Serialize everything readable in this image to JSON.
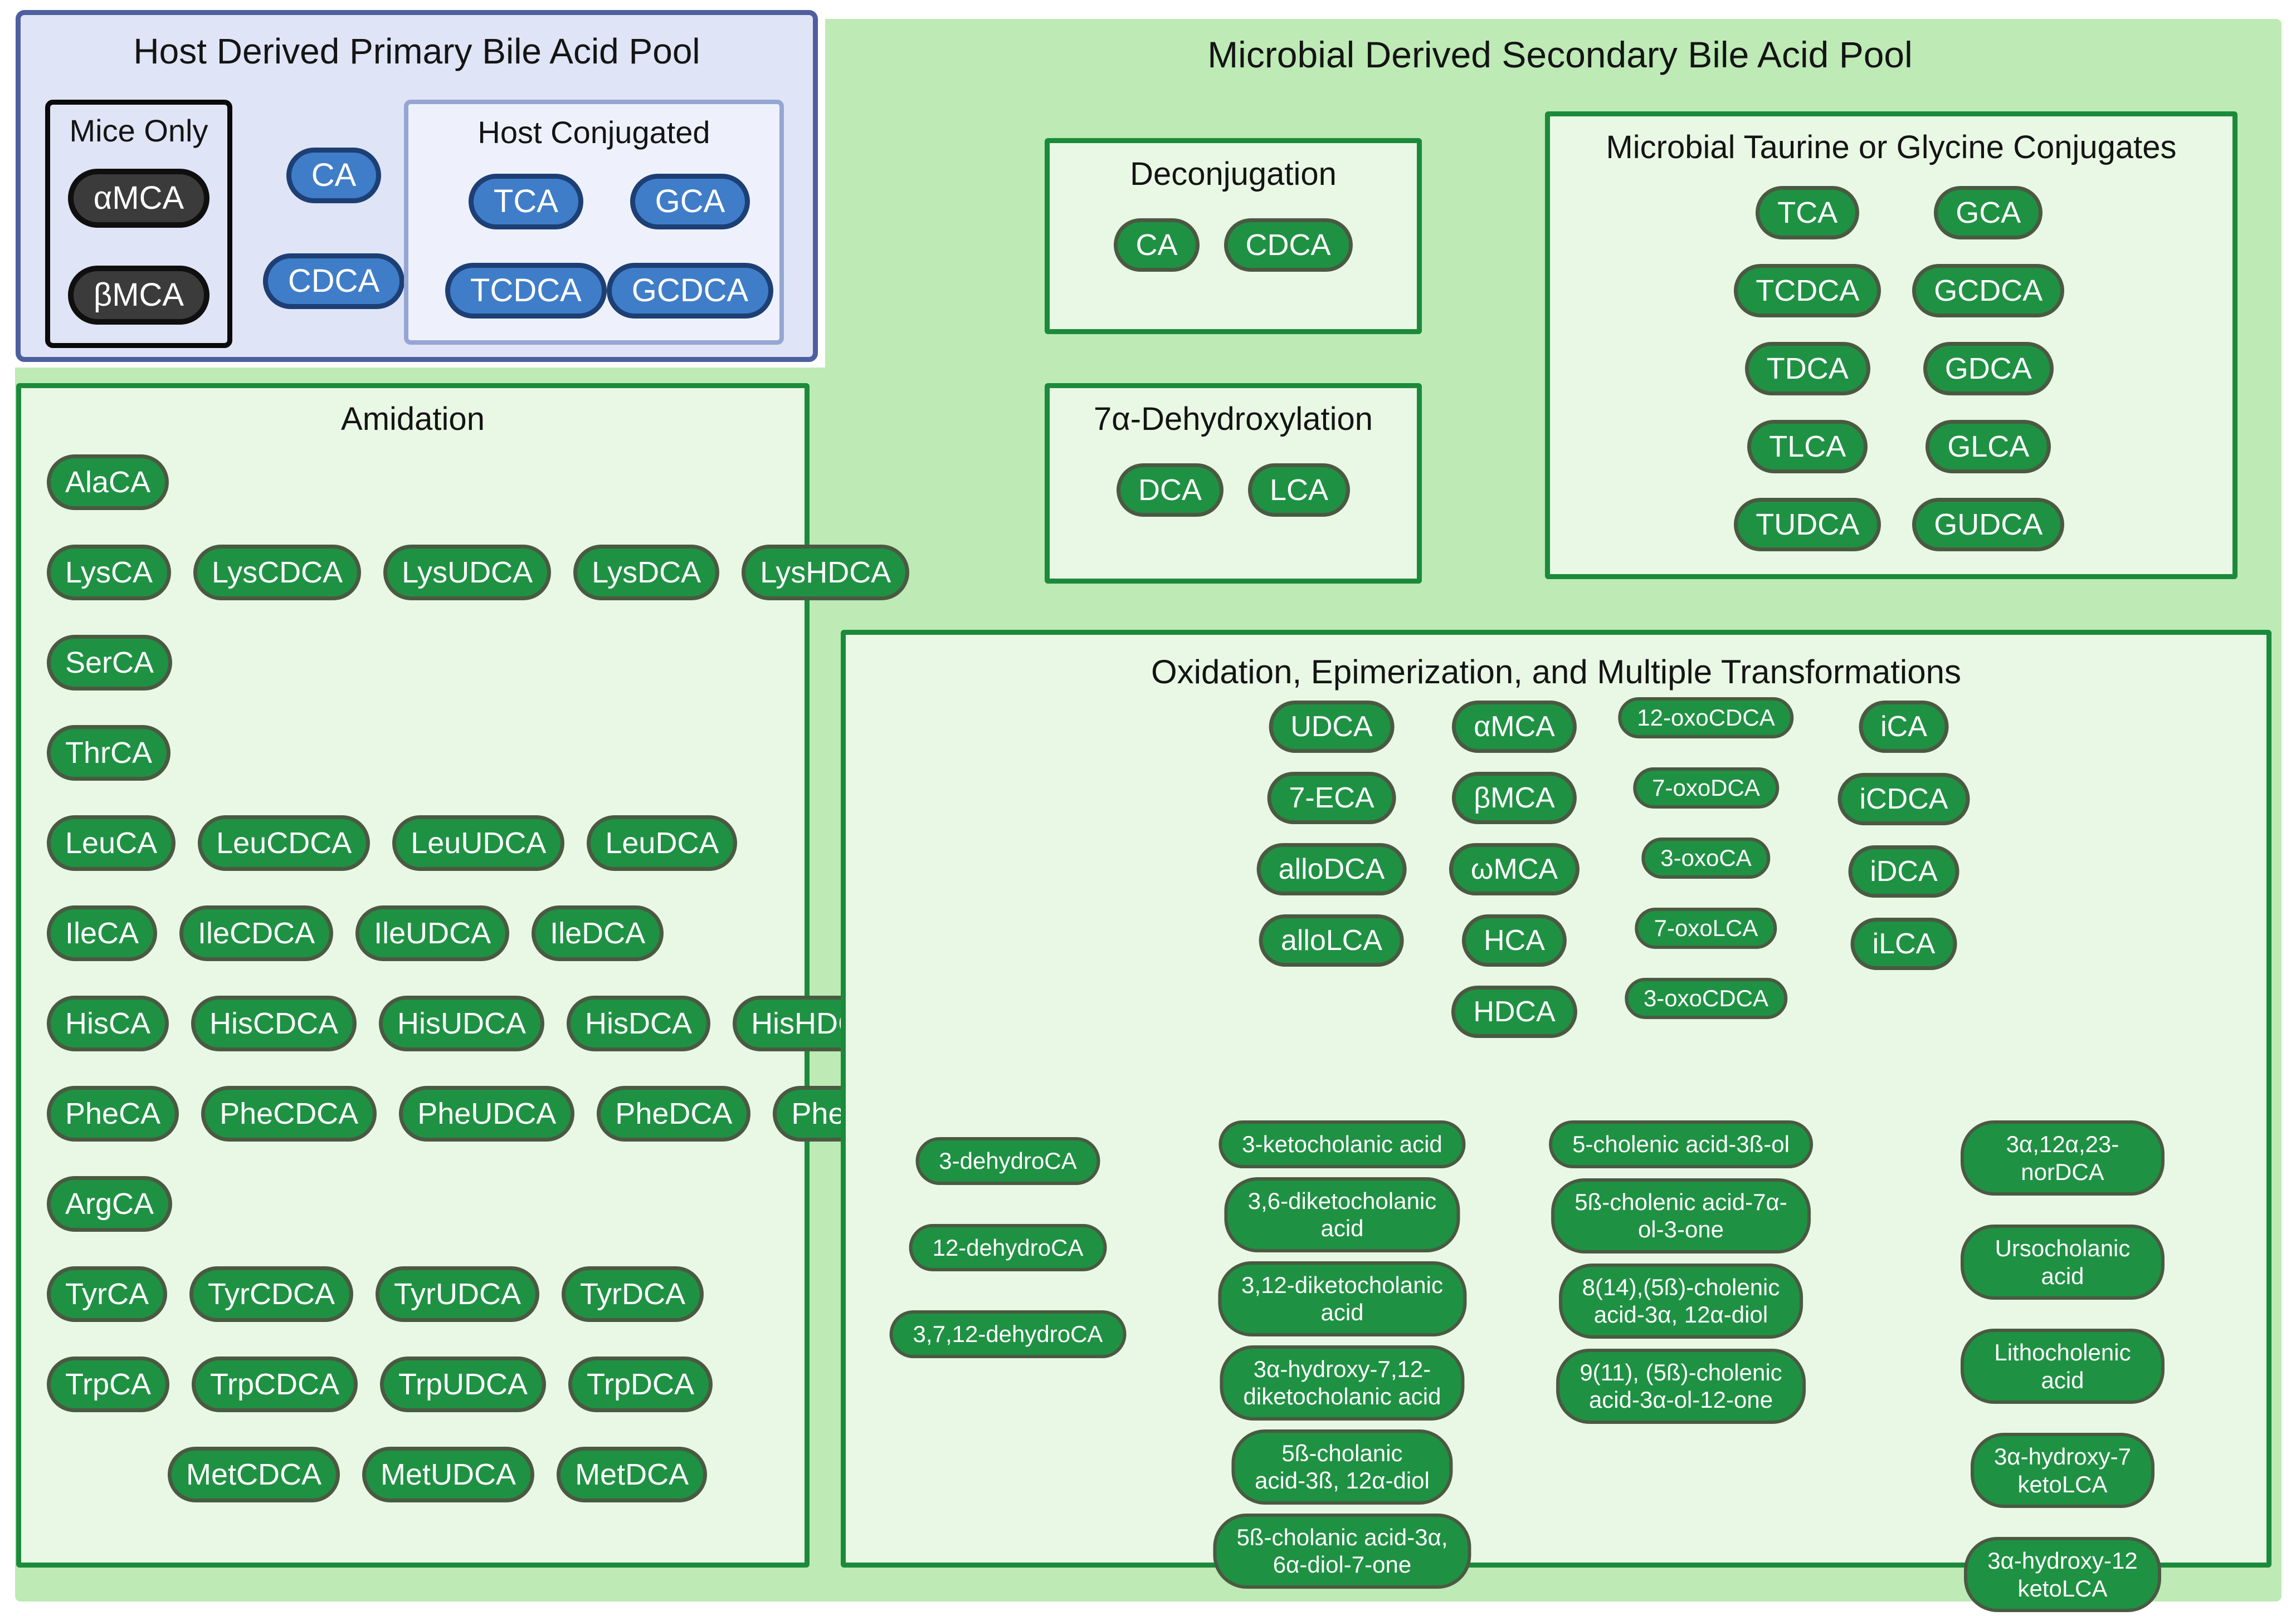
{
  "host_pool": {
    "title": "Host Derived Primary Bile Acid Pool",
    "mice_only": {
      "title": "Mice Only",
      "pills": [
        "αMCA",
        "βMCA"
      ]
    },
    "unconjugated": [
      "CA",
      "CDCA"
    ],
    "host_conjugated": {
      "title": "Host Conjugated",
      "pills": [
        "TCA",
        "GCA",
        "TCDCA",
        "GCDCA"
      ]
    }
  },
  "amidation": {
    "title": "Amidation",
    "rows": [
      [
        "AlaCA"
      ],
      [
        "LysCA",
        "LysCDCA",
        "LysUDCA",
        "LysDCA",
        "LysHDCA"
      ],
      [
        "SerCA"
      ],
      [
        "ThrCA"
      ],
      [
        "LeuCA",
        "LeuCDCA",
        "LeuUDCA",
        "LeuDCA"
      ],
      [
        "IleCA",
        "IleCDCA",
        "IleUDCA",
        "IleDCA"
      ],
      [
        "HisCA",
        "HisCDCA",
        "HisUDCA",
        "HisDCA",
        "HisHDCA"
      ],
      [
        "PheCA",
        "PheCDCA",
        "PheUDCA",
        "PheDCA",
        "PheHDCA"
      ],
      [
        "ArgCA"
      ],
      [
        "TyrCA",
        "TyrCDCA",
        "TyrUDCA",
        "TyrDCA"
      ],
      [
        "TrpCA",
        "TrpCDCA",
        "TrpUDCA",
        "TrpDCA"
      ],
      [
        "MetCDCA",
        "MetUDCA",
        "MetDCA"
      ]
    ]
  },
  "microbial_pool": {
    "title": "Microbial Derived Secondary Bile Acid Pool",
    "deconjugation": {
      "title": "Deconjugation",
      "pills": [
        "CA",
        "CDCA"
      ]
    },
    "dehydroxylation": {
      "title": "7α-Dehydroxylation",
      "pills": [
        "DCA",
        "LCA"
      ]
    },
    "conjugates": {
      "title": "Microbial Taurine or Glycine Conjugates",
      "pills": [
        "TCA",
        "GCA",
        "TCDCA",
        "GCDCA",
        "TDCA",
        "GDCA",
        "TLCA",
        "GLCA",
        "TUDCA",
        "GUDCA"
      ]
    },
    "oxidation": {
      "title": "Oxidation, Epimerization, and Multiple Transformations",
      "top_columns": [
        [
          "UDCA",
          "7-ECA",
          "alloDCA",
          "alloLCA"
        ],
        [
          "αMCA",
          "βMCA",
          "ωMCA",
          "HCA",
          "HDCA"
        ],
        [
          "12-oxoCDCA",
          "7-oxoDCA",
          "3-oxoCA",
          "7-oxoLCA",
          "3-oxoCDCA"
        ],
        [
          "iCA",
          "iCDCA",
          "iDCA",
          "iLCA"
        ]
      ],
      "bottom_columns": [
        [
          "3-dehydroCA",
          "12-dehydroCA",
          "3,7,12-dehydroCA"
        ],
        [
          "3-ketocholanic acid",
          "3,6-diketocholanic\nacid",
          "3,12-diketocholanic\nacid",
          "3α-hydroxy-7,12-\ndiketocholanic acid",
          "5ß-cholanic\nacid-3ß, 12α-diol",
          "5ß-cholanic acid-3α,\n6α-diol-7-one"
        ],
        [
          "5-cholenic acid-3ß-ol",
          "5ß-cholenic acid-7α-\nol-3-one",
          "8(14),(5ß)-cholenic\nacid-3α, 12α-diol",
          "9(11), (5ß)-cholenic\nacid-3α-ol-12-one"
        ],
        [
          "3α,12α,23-norDCA",
          "Ursocholanic acid",
          "Lithocholenic acid",
          "3α-hydroxy-7\nketoLCA",
          "3α-hydroxy-12\nketoLCA"
        ]
      ]
    }
  },
  "colors": {
    "canvas_bg": "#ffffff",
    "pool_green": "#bdeab5",
    "panel_green_bg": "#e9f8e4",
    "panel_green_border": "#1b8a3b",
    "pill_green_bg": "#1f9143",
    "pill_green_border": "#4a5a42",
    "host_bg": "#dfe4f6",
    "host_border": "#4d5f9e",
    "host_conjugated_border": "#95a6d4",
    "mice_border": "#0a0a0a",
    "pill_blue_bg": "#3f7dc8",
    "pill_blue_border": "#1d3f74",
    "pill_dark_bg": "#3b3b3b",
    "pill_dark_border": "#0f0f0f",
    "title_text": "#141414",
    "pill_text": "#ffffff"
  }
}
